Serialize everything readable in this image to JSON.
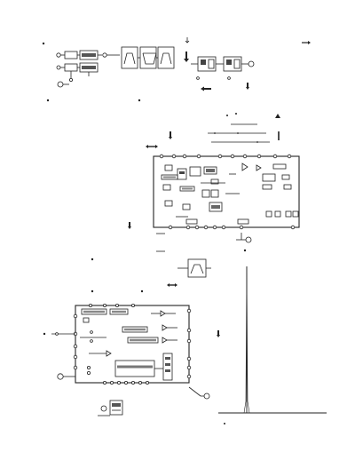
{
  "diagram": {
    "colors": {
      "ink": "#111111",
      "line": "#222222",
      "muted": "#777777",
      "block_fill": "#ffffff",
      "block_fill_dark": "#333333",
      "port_fill": "#ffffff"
    },
    "sections": [
      "top-left-signal-chain",
      "top-right-signal-chain",
      "middle-right-module",
      "bottom-left-module",
      "spectrum-plot",
      "legend-box"
    ],
    "plot": {
      "type": "spectrum-spike",
      "peak_count": 1
    }
  }
}
